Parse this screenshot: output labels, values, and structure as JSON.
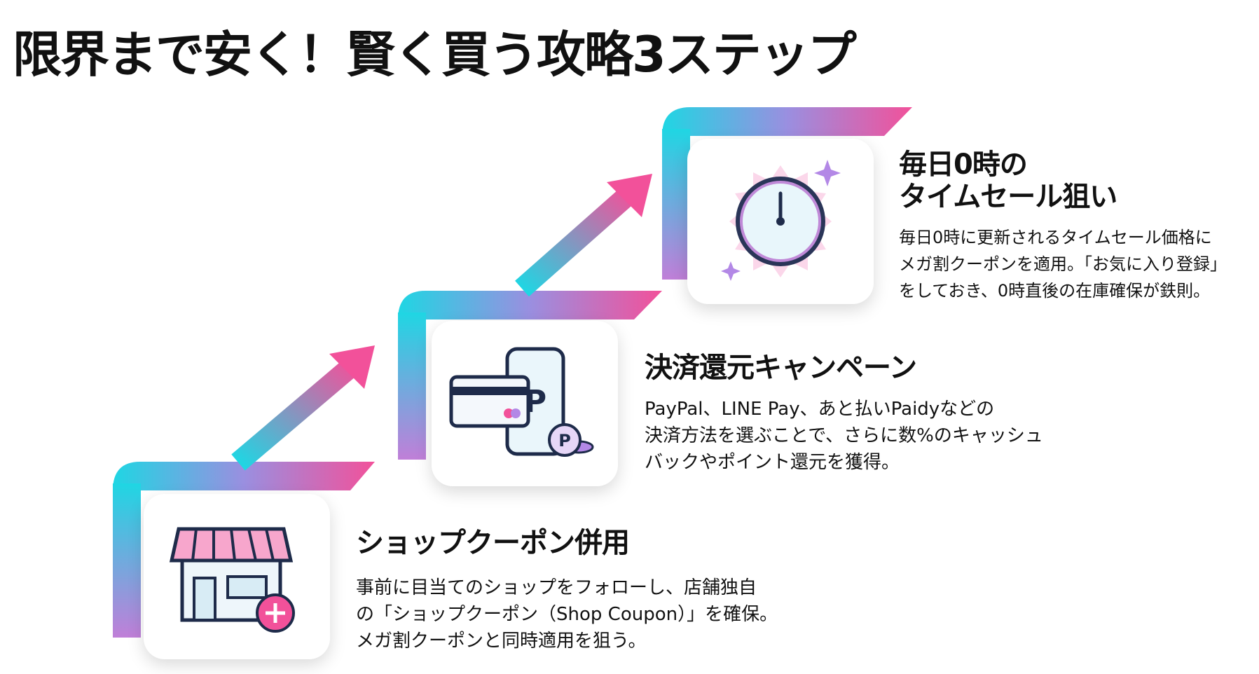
{
  "title": "限界まで安く！賢く買う攻略3ステップ",
  "colors": {
    "cyan": "#1fd6e3",
    "pink": "#f2519a",
    "ink": "#1e2b4a"
  },
  "steps": [
    {
      "icon": "store-plus-icon",
      "heading": "ショップクーポン併用",
      "body": [
        "事前に目当てのショップをフォローし、店舗独自",
        "の「ショップクーポン（Shop Coupon）」を確保。",
        "メガ割クーポンと同時適用を狙う。"
      ]
    },
    {
      "icon": "payment-card-phone-icon",
      "heading": "決済還元キャンペーン",
      "body": [
        "PayPal、LINE Pay、あと払いPaidyなどの",
        "決済方法を選ぶことで、さらに数%のキャッシュ",
        "バックやポイント還元を獲得。"
      ]
    },
    {
      "icon": "clock-icon",
      "heading_lines": [
        "毎日0時の",
        "タイムセール狙い"
      ],
      "body": [
        "毎日0時に更新されるタイムセール価格に",
        "メガ割クーポンを適用。「お気に入り登録」",
        "をしておき、0時直後の在庫確保が鉄則。"
      ]
    }
  ]
}
